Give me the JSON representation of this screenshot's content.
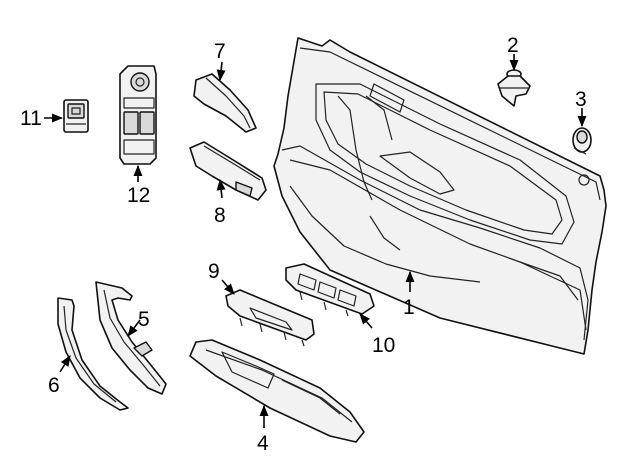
{
  "callouts": [
    {
      "id": "1",
      "text": "1"
    },
    {
      "id": "2",
      "text": "2"
    },
    {
      "id": "3",
      "text": "3"
    },
    {
      "id": "4",
      "text": "4"
    },
    {
      "id": "5",
      "text": "5"
    },
    {
      "id": "6",
      "text": "6"
    },
    {
      "id": "7",
      "text": "7"
    },
    {
      "id": "8",
      "text": "8"
    },
    {
      "id": "9",
      "text": "9"
    },
    {
      "id": "10",
      "text": "10"
    },
    {
      "id": "11",
      "text": "11"
    },
    {
      "id": "12",
      "text": "12"
    }
  ],
  "colors": {
    "line": "#111111",
    "fill": "#f2f2f2",
    "shade": "#d9d9d9",
    "background": "#ffffff"
  }
}
